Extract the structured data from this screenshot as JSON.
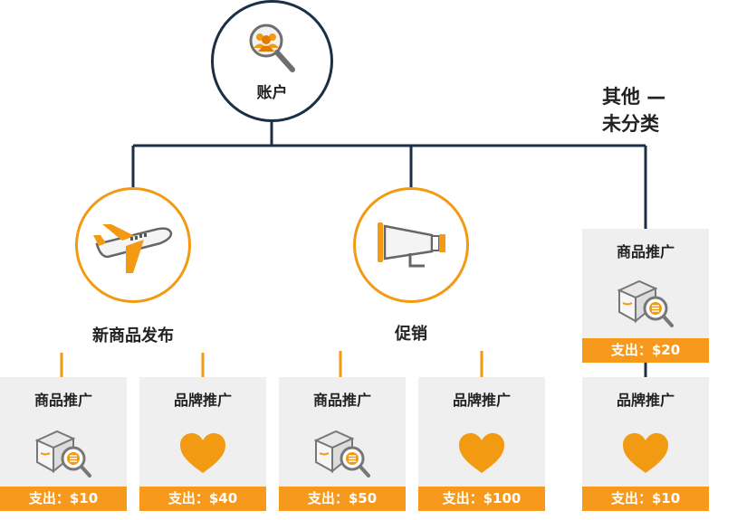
{
  "root": {
    "label": "账户"
  },
  "other": {
    "line1": "其他 —",
    "line2": "未分类"
  },
  "categories": {
    "new_product": {
      "label": "新商品发布"
    },
    "promotion": {
      "label": "促销"
    }
  },
  "cards": [
    {
      "title": "商品推广",
      "spend": "支出：$10",
      "icon": "product-search-icon"
    },
    {
      "title": "品牌推广",
      "spend": "支出：$40",
      "icon": "heart-icon"
    },
    {
      "title": "商品推广",
      "spend": "支出：$50",
      "icon": "product-search-icon"
    },
    {
      "title": "品牌推广",
      "spend": "支出：$100",
      "icon": "heart-icon"
    },
    {
      "title": "商品推广",
      "spend": "支出：$20",
      "icon": "product-search-icon"
    },
    {
      "title": "品牌推广",
      "spend": "支出：$10",
      "icon": "heart-icon"
    }
  ],
  "colors": {
    "navy": "#1b2f45",
    "orange": "#f29a12",
    "card_bg": "#efefef"
  }
}
